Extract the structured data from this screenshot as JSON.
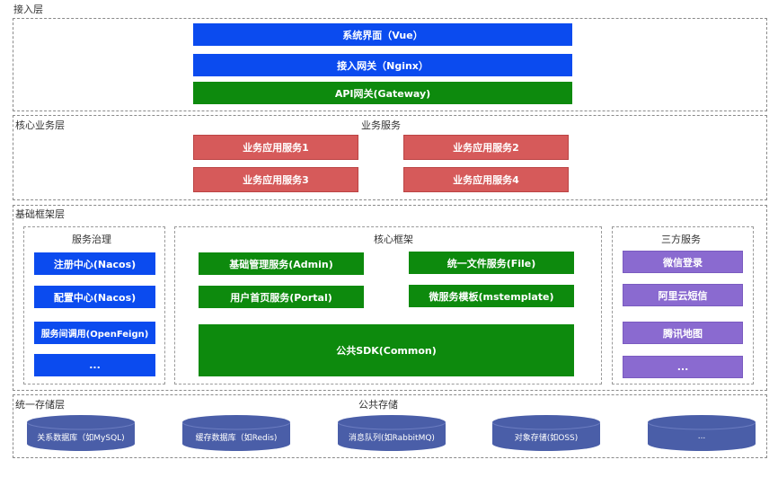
{
  "access_layer": {
    "title": "接入层",
    "boxes": [
      "系统界面（Vue）",
      "接入网关（Nginx）",
      "API网关(Gateway)"
    ]
  },
  "core_business_layer": {
    "title": "核心业务层",
    "group_title": "业务服务",
    "services": [
      "业务应用服务1",
      "业务应用服务2",
      "业务应用服务3",
      "业务应用服务4"
    ]
  },
  "framework_layer": {
    "title": "基础框架层",
    "governance": {
      "title": "服务治理",
      "items": [
        "注册中心(Nacos)",
        "配置中心(Nacos)",
        "服务间调用(OpenFeign)",
        "..."
      ]
    },
    "core_framework": {
      "title": "核心框架",
      "items": [
        "基础管理服务(Admin)",
        "统一文件服务(File)",
        "用户首页服务(Portal)",
        "微服务模板(mstemplate)",
        "公共SDK(Common)"
      ]
    },
    "third_party": {
      "title": "三方服务",
      "items": [
        "微信登录",
        "阿里云短信",
        "腾讯地图",
        "..."
      ]
    }
  },
  "storage_layer": {
    "title": "统一存储层",
    "group_title": "公共存储",
    "items": [
      "关系数据库（如MySQL)",
      "缓存数据库（如Redis)",
      "消息队列(如RabbitMQ)",
      "对象存储(如OSS)",
      "..."
    ]
  },
  "colors": {
    "blue": "#0b4bef",
    "green": "#0d8a0d",
    "red": "#d65a5a",
    "purple": "#8a6ad0",
    "cylinder": "#4a5ea8"
  }
}
